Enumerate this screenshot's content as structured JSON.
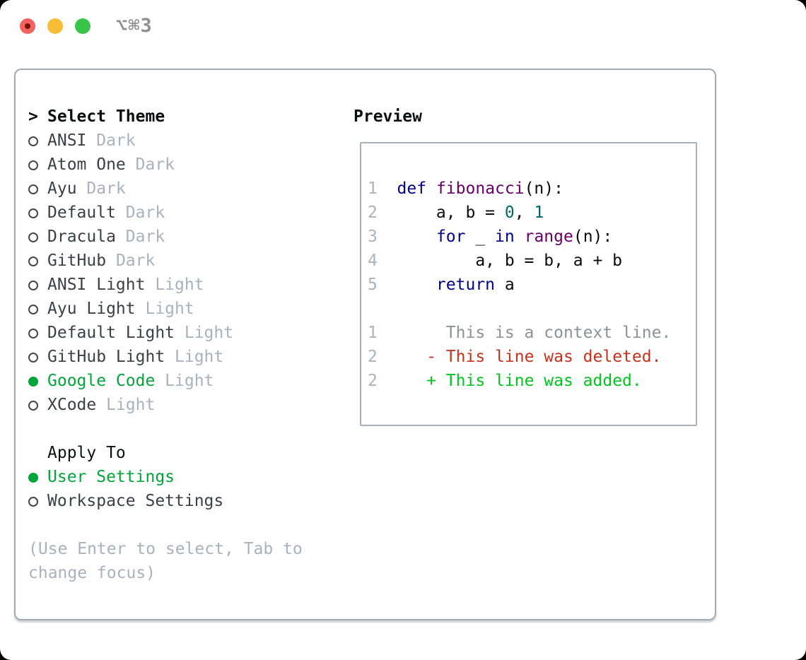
{
  "window": {
    "title": "⌥⌘3",
    "traffic_lights": [
      "close",
      "minimize",
      "zoom"
    ]
  },
  "theme_picker": {
    "cursor": ">",
    "header": "Select Theme",
    "items": [
      {
        "name": "ANSI",
        "variant": "Dark",
        "selected": false
      },
      {
        "name": "Atom One",
        "variant": "Dark",
        "selected": false
      },
      {
        "name": "Ayu",
        "variant": "Dark",
        "selected": false
      },
      {
        "name": "Default",
        "variant": "Dark",
        "selected": false
      },
      {
        "name": "Dracula",
        "variant": "Dark",
        "selected": false
      },
      {
        "name": "GitHub",
        "variant": "Dark",
        "selected": false
      },
      {
        "name": "ANSI Light",
        "variant": "Light",
        "selected": false
      },
      {
        "name": "Ayu Light",
        "variant": "Light",
        "selected": false
      },
      {
        "name": "Default Light",
        "variant": "Light",
        "selected": false
      },
      {
        "name": "GitHub Light",
        "variant": "Light",
        "selected": false
      },
      {
        "name": "Google Code",
        "variant": "Light",
        "selected": true
      },
      {
        "name": "XCode",
        "variant": "Light",
        "selected": false
      }
    ],
    "apply_to": {
      "header": "Apply To",
      "options": [
        {
          "name": "User Settings",
          "selected": true
        },
        {
          "name": "Workspace Settings",
          "selected": false
        }
      ]
    },
    "hint_lines": [
      "(Use Enter to select, Tab to",
      "change focus)"
    ]
  },
  "preview": {
    "header": "Preview",
    "code_lines": [
      {
        "gutter": "1",
        "segments": [
          {
            "text": "def",
            "type": "keyword"
          },
          {
            "text": " ",
            "type": "plain"
          },
          {
            "text": "fibonacci",
            "type": "function"
          },
          {
            "text": "(n):",
            "type": "plain"
          }
        ]
      },
      {
        "gutter": "2",
        "segments": [
          {
            "text": "    a, b = ",
            "type": "plain"
          },
          {
            "text": "0",
            "type": "number"
          },
          {
            "text": ", ",
            "type": "plain"
          },
          {
            "text": "1",
            "type": "number"
          }
        ]
      },
      {
        "gutter": "3",
        "segments": [
          {
            "text": "    ",
            "type": "plain"
          },
          {
            "text": "for",
            "type": "keyword"
          },
          {
            "text": " _ ",
            "type": "plain"
          },
          {
            "text": "in",
            "type": "keyword"
          },
          {
            "text": " ",
            "type": "plain"
          },
          {
            "text": "range",
            "type": "function"
          },
          {
            "text": "(n):",
            "type": "plain"
          }
        ]
      },
      {
        "gutter": "4",
        "segments": [
          {
            "text": "        a, b = b, a + b",
            "type": "plain"
          }
        ]
      },
      {
        "gutter": "5",
        "segments": [
          {
            "text": "    ",
            "type": "plain"
          },
          {
            "text": "return",
            "type": "keyword"
          },
          {
            "text": " a",
            "type": "plain"
          }
        ]
      }
    ],
    "diff_lines": [
      {
        "gutter": "1",
        "segments": [
          {
            "text": "     This is a context line.",
            "type": "context"
          }
        ]
      },
      {
        "gutter": "2",
        "segments": [
          {
            "text": "   ",
            "type": "plain"
          },
          {
            "text": "- This line was deleted.",
            "type": "deleted"
          }
        ]
      },
      {
        "gutter": "2",
        "segments": [
          {
            "text": "   ",
            "type": "plain"
          },
          {
            "text": "+ This line was added.",
            "type": "added"
          }
        ]
      }
    ]
  },
  "colors": {
    "selected_green": "#00a53c",
    "diff_added_green": "#00c41f",
    "diff_deleted_red": "#c6321e",
    "keyword_blue": "#000088",
    "function_purple": "#660066",
    "number_teal": "#006666",
    "muted_gray": "#a9b2bc",
    "line_number_gray": "#a8b3c1",
    "context_gray": "#8b9299",
    "traffic_red": "#f4625d",
    "traffic_yellow": "#f6bd35",
    "traffic_green": "#38c54a"
  }
}
